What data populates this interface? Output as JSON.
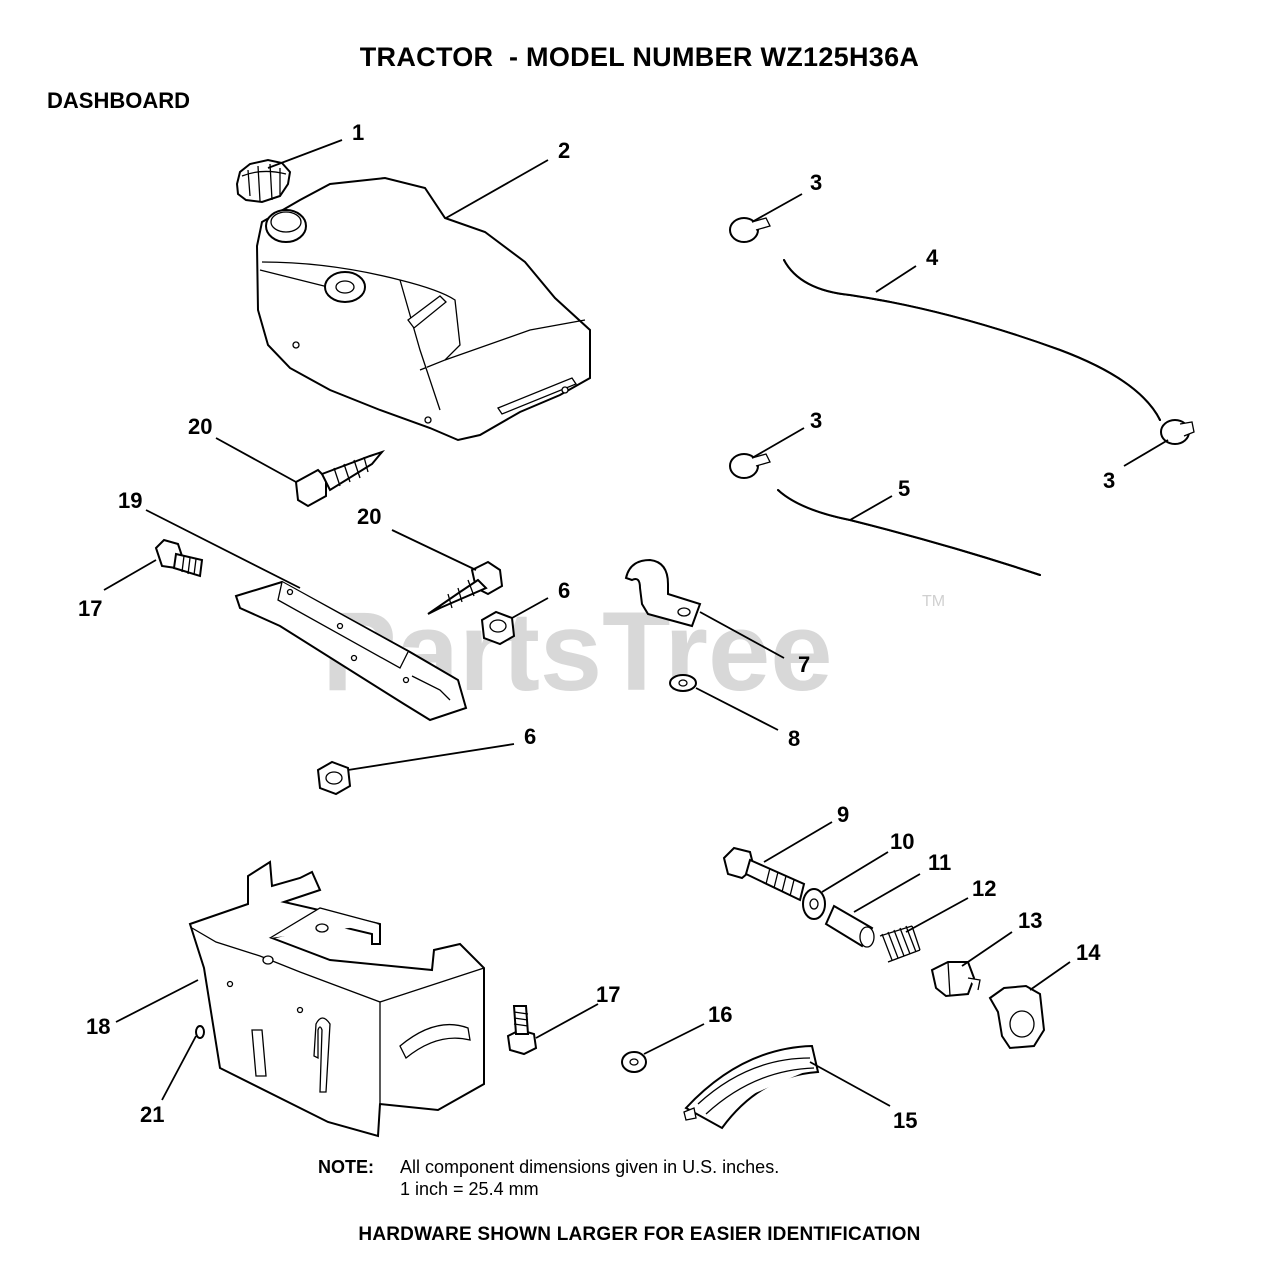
{
  "title": "TRACTOR  - MODEL NUMBER WZ125H36A",
  "subtitle": "DASHBOARD",
  "watermark": {
    "text": "PartsTree",
    "trademark": "TM"
  },
  "callouts": [
    "1",
    "2",
    "3",
    "3",
    "3",
    "4",
    "5",
    "6",
    "6",
    "7",
    "8",
    "9",
    "10",
    "11",
    "12",
    "13",
    "14",
    "15",
    "16",
    "17",
    "17",
    "18",
    "19",
    "20",
    "20",
    "21"
  ],
  "note": {
    "label": "NOTE:",
    "line1": "All component dimensions given in U.S. inches.",
    "line2": "1 inch = 25.4 mm"
  },
  "footer": "HARDWARE SHOWN LARGER FOR EASIER IDENTIFICATION"
}
